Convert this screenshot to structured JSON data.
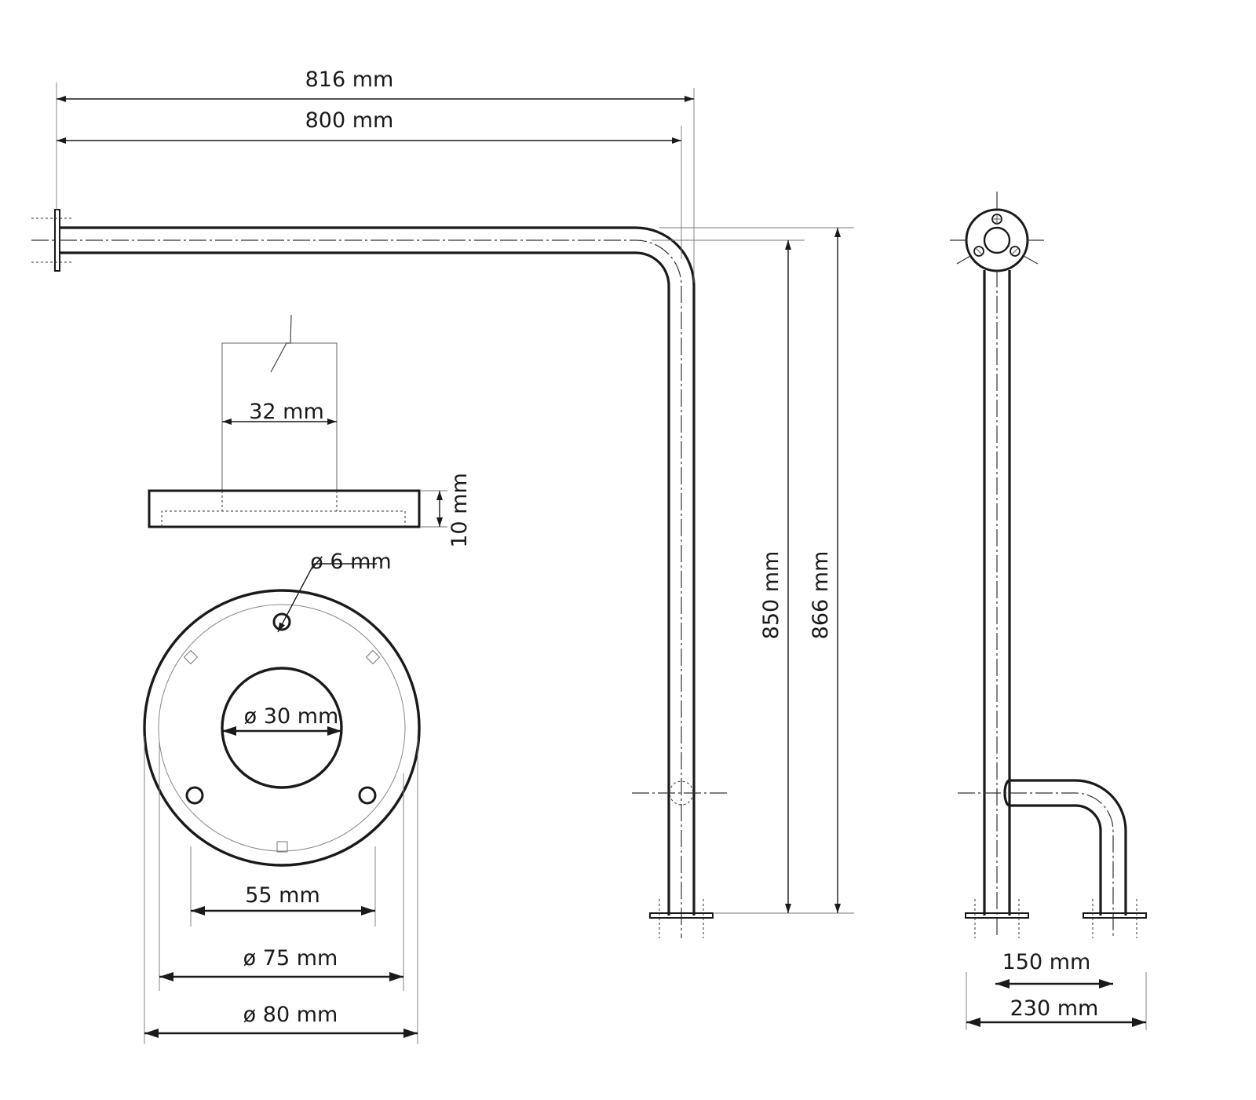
{
  "dimensions": {
    "overall_length": "816 mm",
    "centre_length": "800 mm",
    "tube_diameter": "32 mm",
    "plate_thickness": "10 mm",
    "screw_hole": "ø 6 mm",
    "tube_opening": "ø 30 mm",
    "hole_spacing": "55 mm",
    "hole_circle": "ø 75 mm",
    "plate_diameter": "ø 80 mm",
    "centre_height": "850 mm",
    "overall_height": "866 mm",
    "leg_spacing": "150 mm",
    "overall_width": "230 mm"
  }
}
